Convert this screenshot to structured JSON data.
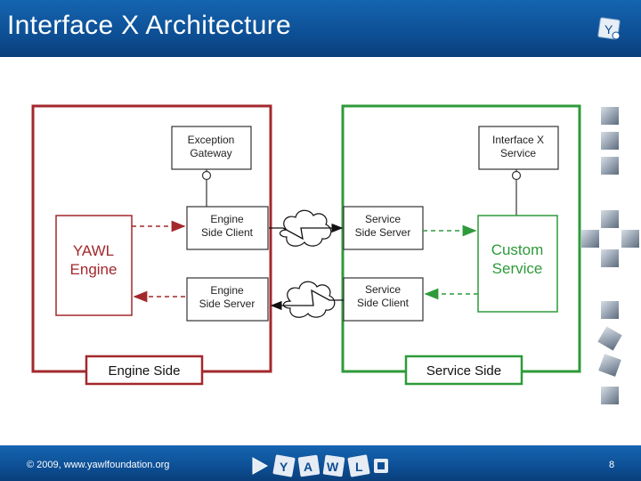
{
  "header": {
    "title": "Interface X Architecture"
  },
  "footer": {
    "copyright": "© 2009, www.yawlfoundation.org",
    "page_number": "8"
  },
  "logo": {
    "letters": [
      "Y",
      "A",
      "W",
      "L"
    ]
  },
  "diagram": {
    "exception_gateway": [
      "Exception",
      "Gateway"
    ],
    "interface_x_service": [
      "Interface X",
      "Service"
    ],
    "yawl_engine": [
      "YAWL",
      "Engine"
    ],
    "custom_service": [
      "Custom",
      "Service"
    ],
    "engine_side_client": [
      "Engine",
      "Side Client"
    ],
    "engine_side_server": [
      "Engine",
      "Side Server"
    ],
    "service_side_server": [
      "Service",
      "Side Server"
    ],
    "service_side_client": [
      "Service",
      "Side Client"
    ],
    "engine_side_label": "Engine Side",
    "service_side_label": "Service Side"
  },
  "colors": {
    "engine_red": "#a3282c",
    "service_green": "#2e9a3a",
    "header_blue": "#0d4f95"
  }
}
